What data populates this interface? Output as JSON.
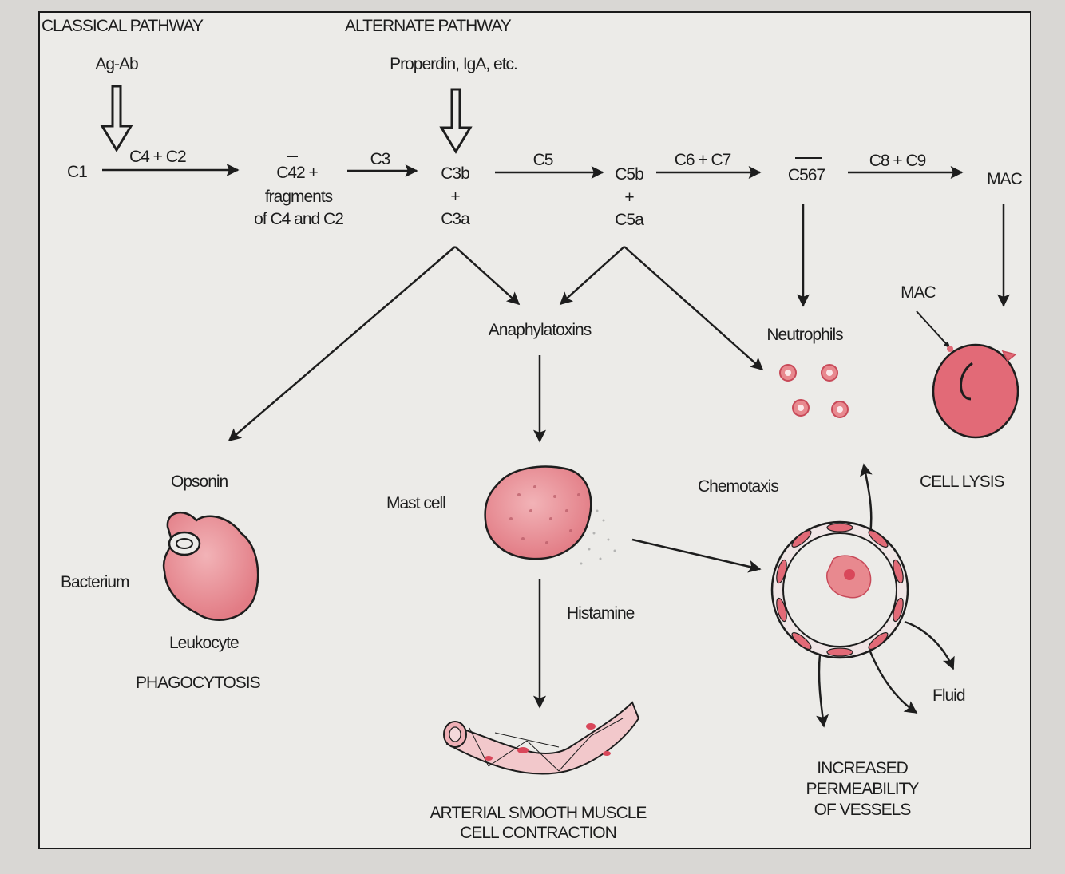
{
  "pathways": {
    "classical": "CLASSICAL PATHWAY",
    "alternate": "ALTERNATE PATHWAY"
  },
  "triggers": {
    "classical": "Ag-Ab",
    "alternate": "Properdin, IgA, etc."
  },
  "cascade": {
    "c1": "C1",
    "c4_c2": "C4 + C2",
    "c42": "C42 +",
    "fragments_line1": "fragments",
    "fragments_line2": "of C4 and C2",
    "c3": "C3",
    "c3b": "C3b",
    "plus1": "+",
    "c3a": "C3a",
    "c5": "C5",
    "c5b": "C5b",
    "plus2": "+",
    "c5a": "C5a",
    "c6_c7": "C6 + C7",
    "c567": "C567",
    "c8_c9": "C8 + C9",
    "mac": "MAC"
  },
  "effects": {
    "anaphylatoxins": "Anaphylatoxins",
    "neutrophils": "Neutrophils",
    "mac_label": "MAC",
    "opsonin": "Opsonin",
    "bacterium": "Bacterium",
    "leukocyte": "Leukocyte",
    "phagocytosis": "PHAGOCYTOSIS",
    "mast_cell": "Mast cell",
    "histamine": "Histamine",
    "chemotaxis": "Chemotaxis",
    "cell_lysis": "CELL LYSIS",
    "fluid": "Fluid",
    "arterial_line1": "ARTERIAL SMOOTH MUSCLE",
    "arterial_line2": "CELL CONTRACTION",
    "perm_line1": "INCREASED",
    "perm_line2": "PERMEABILITY",
    "perm_line3": "OF VESSELS"
  },
  "colors": {
    "cell_fill": "#e8898f",
    "cell_dark": "#d9475a",
    "ink": "#1d1d1d"
  }
}
